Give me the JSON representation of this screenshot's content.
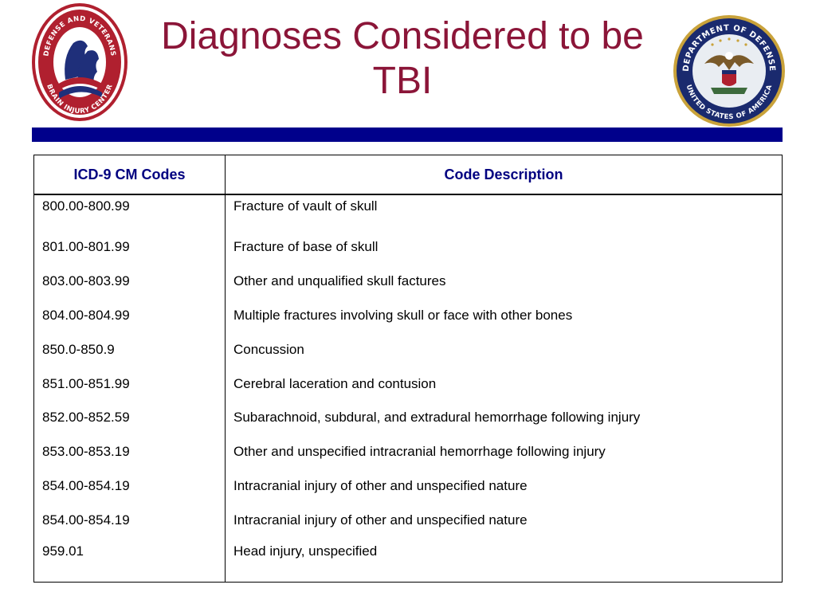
{
  "title": "Diagnoses Considered to be TBI",
  "logos": {
    "left": {
      "text_top": "DEFENSE AND VETERANS",
      "text_bottom": "BRAIN INJURY CENTER"
    },
    "right": {
      "text_top": "DEPARTMENT OF DEFENSE",
      "text_bottom": "UNITED STATES OF AMERICA"
    }
  },
  "table": {
    "headers": [
      "ICD-9 CM Codes",
      "Code Description"
    ],
    "rows": [
      {
        "code": "800.00-800.99",
        "desc": "Fracture of vault of skull"
      },
      {
        "code": "801.00-801.99",
        "desc": "Fracture of base of skull"
      },
      {
        "code": "803.00-803.99",
        "desc": "Other and unqualified skull factures"
      },
      {
        "code": "804.00-804.99",
        "desc": "Multiple fractures involving skull or face with other bones"
      },
      {
        "code": "850.0-850.9",
        "desc": "Concussion"
      },
      {
        "code": "851.00-851.99",
        "desc": "Cerebral laceration and contusion"
      },
      {
        "code": "852.00-852.59",
        "desc": "Subarachnoid, subdural, and extradural hemorrhage following injury"
      },
      {
        "code": "853.00-853.19",
        "desc": "Other and unspecified intracranial hemorrhage following injury"
      },
      {
        "code": "854.00-854.19",
        "desc": "Intracranial injury of other and unspecified nature"
      },
      {
        "code": "854.00-854.19",
        "desc": "Intracranial injury of other and unspecified nature"
      },
      {
        "code": "959.01",
        "desc": "Head injury, unspecified"
      }
    ]
  },
  "colors": {
    "title": "#8b1538",
    "bar": "#00008b",
    "header_text": "#000080"
  }
}
